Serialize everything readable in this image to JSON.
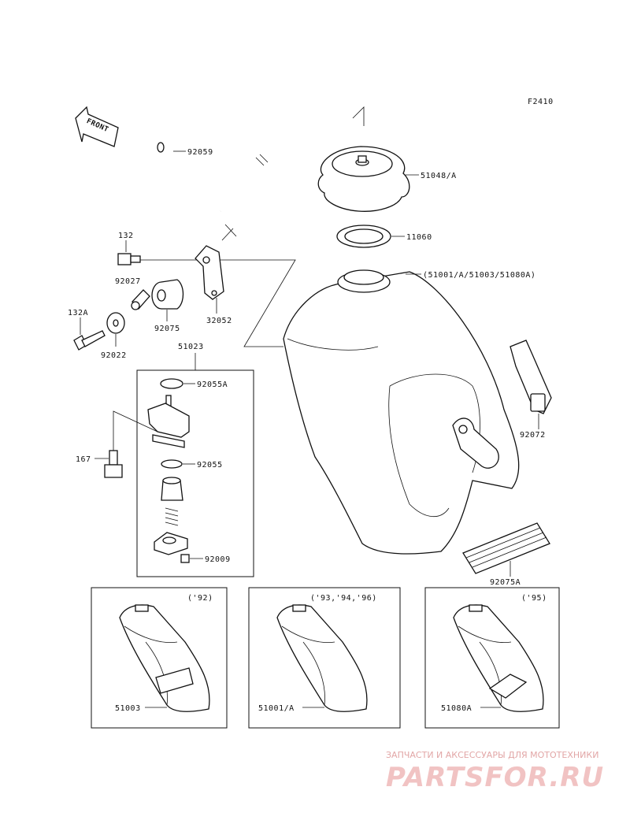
{
  "figure_code": "F2410",
  "front_label": "FRONT",
  "parts": {
    "hose": "92059",
    "cap": "51048/A",
    "gasket": "11060",
    "tank": "(51001/A/51003/51080A)",
    "bolt_top": "132",
    "collar": "92027",
    "damper": "92075",
    "bracket": "32052",
    "bolt_left": "132A",
    "washer": "92022",
    "fuel_cock": "51023",
    "oring_a": "92055A",
    "oring": "92055",
    "screw": "167",
    "small_screw": "92009",
    "strap": "92072",
    "pad": "92075A"
  },
  "variants": [
    {
      "years": "('92)",
      "part": "51003"
    },
    {
      "years": "('93,'94,'96)",
      "part": "51001/A"
    },
    {
      "years": "('95)",
      "part": "51080A"
    }
  ],
  "watermark": {
    "tagline": "ЗАПЧАСТИ И АКСЕССУАРЫ ДЛЯ МОТОТЕХНИКИ",
    "brand": "PARTSFOR.RU"
  }
}
